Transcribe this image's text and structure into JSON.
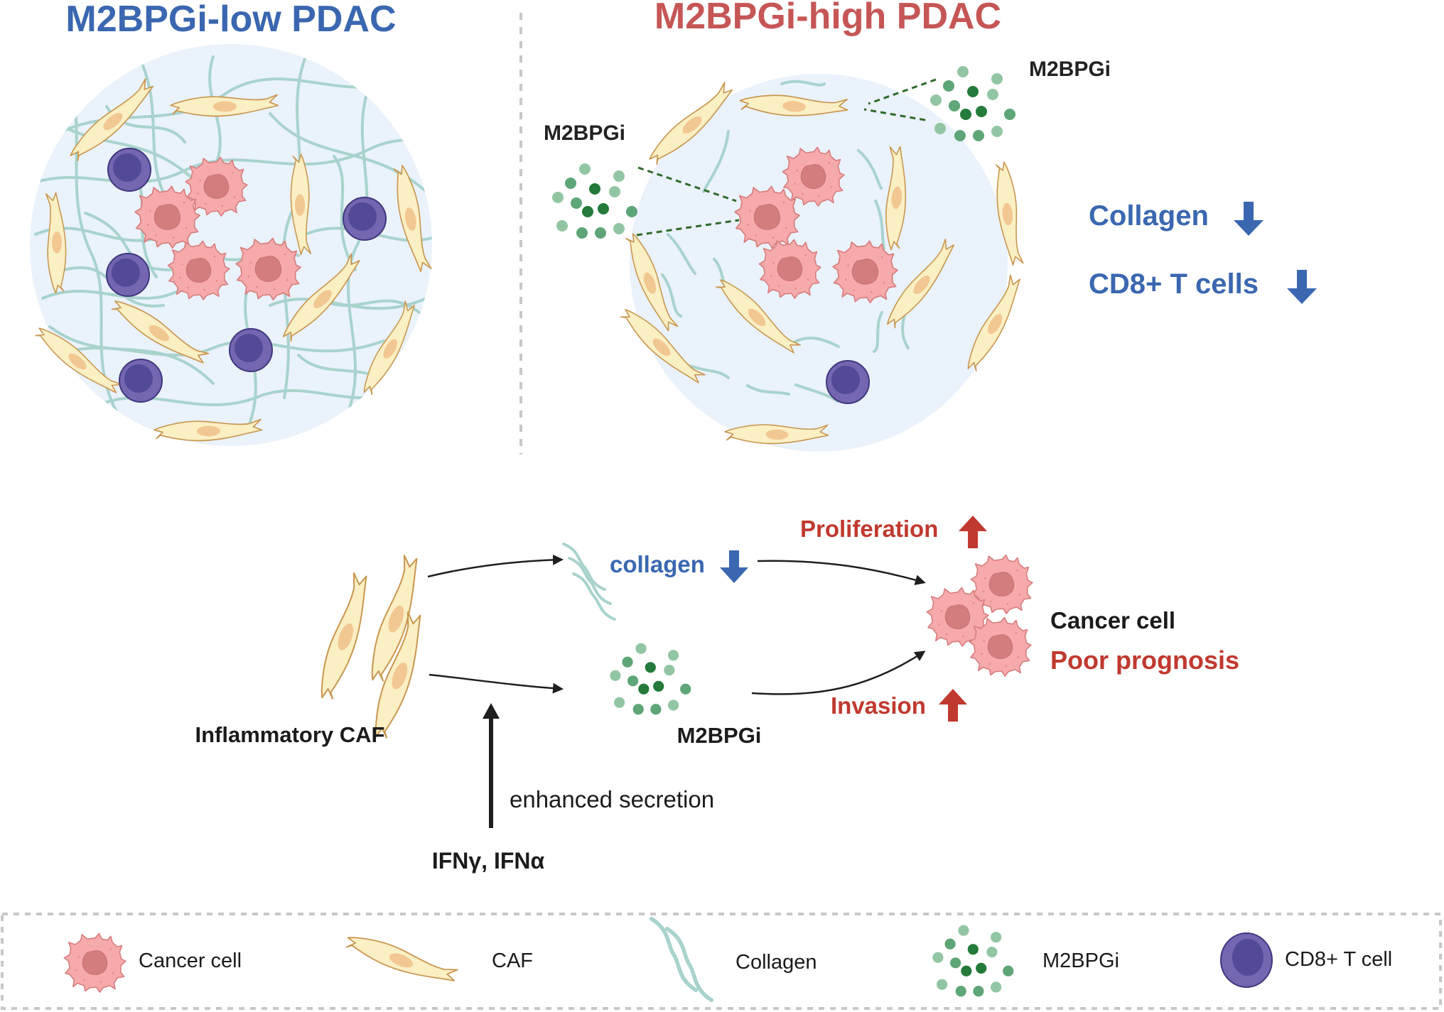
{
  "panels": {
    "low": {
      "title": "M2BPGi-low PDAC",
      "title_color": "#3a67b0"
    },
    "high": {
      "title": "M2BPGi-high PDAC",
      "title_color": "#c65656",
      "m2bpgi_label_left": "M2BPGi",
      "m2bpgi_label_right": "M2BPGi",
      "effects": [
        {
          "label": "Collagen",
          "direction": "down"
        },
        {
          "label": "CD8+ T cells",
          "direction": "down"
        }
      ],
      "effects_color": "#3a67b0"
    }
  },
  "mechanism": {
    "source_label": "Inflammatory CAF",
    "collagen_label": "collagen",
    "collagen_direction": "down",
    "m2bpgi_label": "M2BPGi",
    "stimulus_label": "IFNγ, IFNα",
    "stimulus_effect": "enhanced secretion",
    "outcomes": [
      {
        "label": "Proliferation",
        "direction": "up"
      },
      {
        "label": "Invasion",
        "direction": "up"
      }
    ],
    "target_label": "Cancer cell",
    "result_label": "Poor prognosis",
    "up_color": "#c0392f",
    "down_color": "#3a67b0"
  },
  "legend": {
    "items": [
      {
        "icon": "cancer-cell-icon",
        "label": "Cancer cell"
      },
      {
        "icon": "caf-icon",
        "label": "CAF"
      },
      {
        "icon": "collagen-icon",
        "label": "Collagen"
      },
      {
        "icon": "m2bpgi-icon",
        "label": "M2BPGi"
      },
      {
        "icon": "cd8-t-cell-icon",
        "label": "CD8+ T cell"
      }
    ]
  },
  "colors": {
    "tissue_bg": "#eaf2fb",
    "collagen": "#a9d3cd",
    "caf_fill": "#fbefc4",
    "caf_stroke": "#c9964f",
    "caf_nucleus": "#f2c892",
    "cancer_fill": "#f6aaab",
    "cancer_stroke": "#d77c7d",
    "cancer_nucleus": "#d47d7f",
    "tcell_outer": "#7466b0",
    "tcell_inner": "#524a96",
    "m2bpgi_light": "#92c6a2",
    "m2bpgi_mid": "#5ea577",
    "m2bpgi_dark": "#247a3a",
    "divider": "#c8c8c8"
  }
}
